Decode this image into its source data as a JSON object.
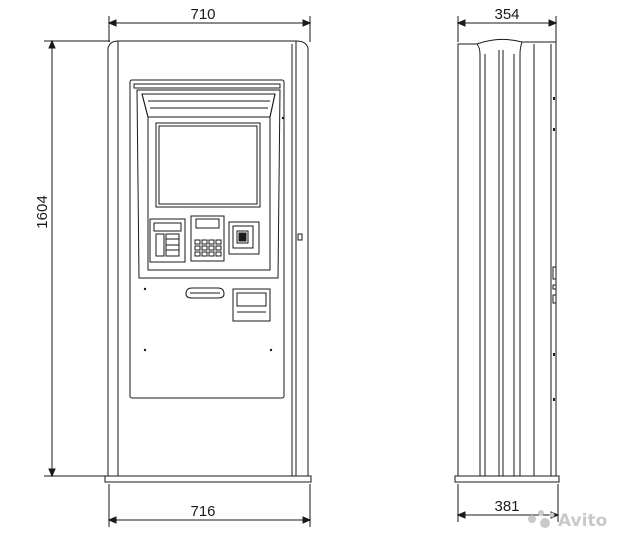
{
  "front_view": {
    "top_width": "710",
    "bottom_width": "716",
    "height": "1604"
  },
  "side_view": {
    "top_depth": "354",
    "bottom_depth": "381"
  },
  "watermark": {
    "text": "Avito"
  },
  "colors": {
    "line": "#1a1a1a",
    "panel_fill": "#ffffff",
    "watermark": "#c9c9c9"
  }
}
